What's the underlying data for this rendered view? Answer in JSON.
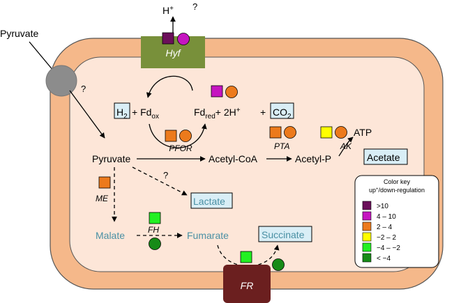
{
  "external": {
    "pyruvate_label": "Pyruvate",
    "transporter_question": "?",
    "proton_label": "H",
    "proton_sup": "+",
    "proton_question": "?"
  },
  "enzymes": {
    "hyf": "Hyf",
    "fr": "FR",
    "pfor": "PFOR",
    "pta": "PTA",
    "ak": "AK",
    "me": "ME",
    "fh": "FH"
  },
  "metabolites": {
    "h2_base": "H",
    "h2_sub": "2",
    "fd_ox_join": "+ Fd",
    "fd_ox_sub": "ox",
    "fd_red_base": "Fd",
    "fd_red_sub": "red",
    "fd_red_rest": "+ 2H",
    "fd_red_sup": "+",
    "plus_sign": "+",
    "co2_base": "CO",
    "co2_sub": "2",
    "pyruvate": "Pyruvate",
    "acetyl_coa": "Acetyl-CoA",
    "acetyl_p": "Acetyl-P",
    "atp": "ATP",
    "acetate": "Acetate",
    "lactate": "Lactate",
    "lactate_question": "?",
    "malate": "Malate",
    "fumarate": "Fumarate",
    "succinate": "Succinate"
  },
  "color_key": {
    "title": "Color key",
    "subtitle_a": "up",
    "subtitle_b": "/down-regulation",
    "entries": [
      {
        "label": ">10",
        "color": "#6b0f5a"
      },
      {
        "label": "4 – 10",
        "color": "#c515c0"
      },
      {
        "label": "2 – 4",
        "color": "#ec7a1c"
      },
      {
        "label": "−2 – 2",
        "color": "#ffff00"
      },
      {
        "label": "−4 – −2",
        "color": "#22f022"
      },
      {
        "label": "< −4",
        "color": "#178b17"
      }
    ]
  },
  "colors": {
    "cell_wall": "#f5b88a",
    "cytoplasm": "#fde6d8",
    "hyf_complex": "#78903a",
    "fr_complex": "#6b1f1f",
    "transporter": "#8c8c8c",
    "highlight_box": "#d9eef6",
    "teal_text": "#4a90a4"
  }
}
